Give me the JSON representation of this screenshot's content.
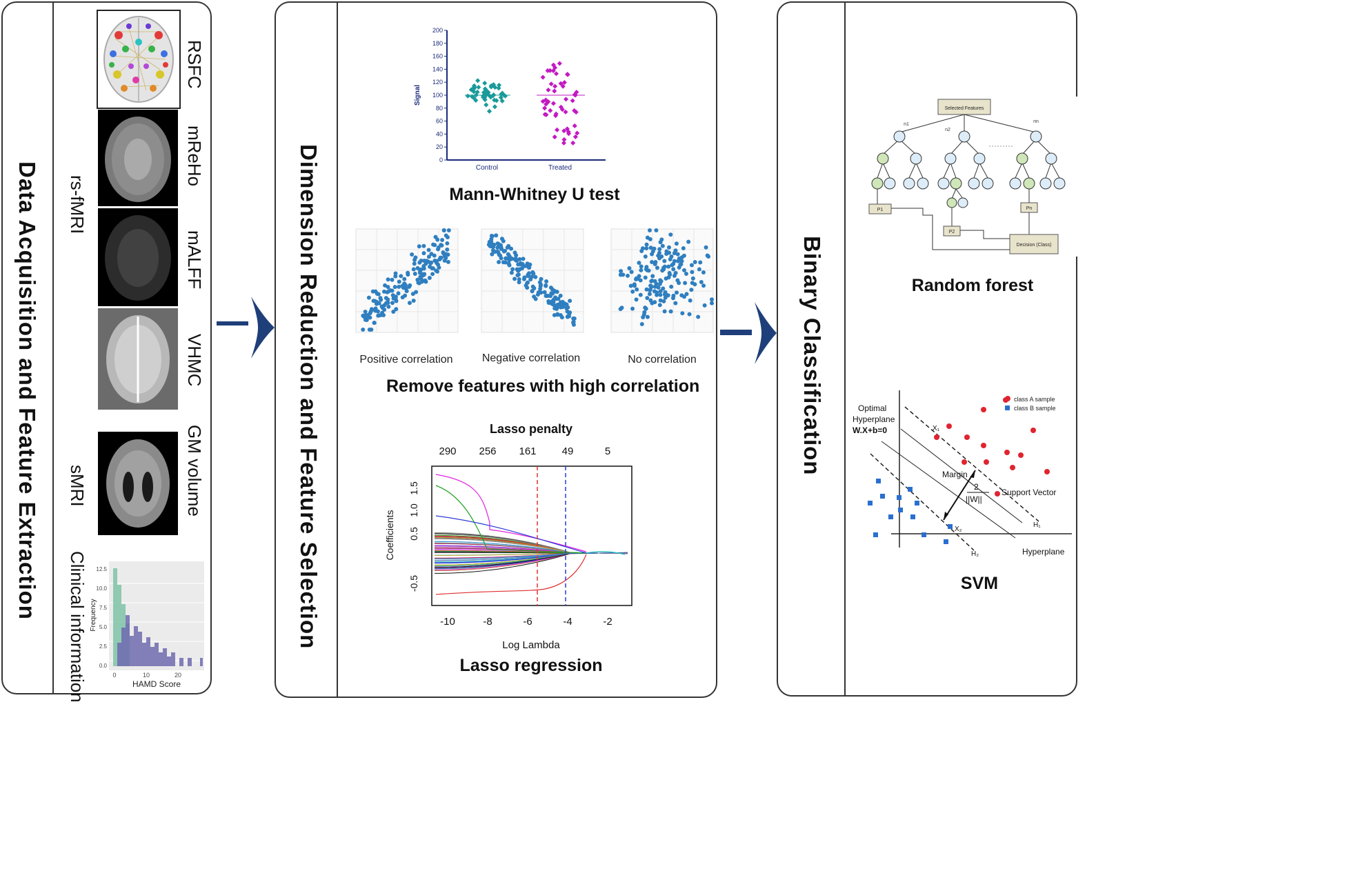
{
  "panels": {
    "left": {
      "title": "Data Acquisition and Feature Extraction"
    },
    "middle": {
      "title": "Dimension Reduction and Feature Selection"
    },
    "right": {
      "title": "Binary Classification"
    }
  },
  "left": {
    "group_rsfmri": "rs-fMRI",
    "group_smri": "sMRI",
    "label_rsfc": "RSFC",
    "label_mreho": "mReHo",
    "label_malff": "mALFF",
    "label_vhmc": "VHMC",
    "label_gm": "GM volume",
    "label_clinical": "Clinical information",
    "hist": {
      "xlabel": "HAMD Score",
      "ylabel": "Frequency",
      "yticks": [
        "0.0",
        "2.5",
        "5.0",
        "7.5",
        "10.0",
        "12.5"
      ],
      "xticks": [
        "0",
        "10",
        "20"
      ]
    }
  },
  "middle": {
    "mw": {
      "caption": "Mann-Whitney U test",
      "ylabel": "Signal",
      "yticks": [
        "0",
        "20",
        "40",
        "60",
        "80",
        "100",
        "120",
        "140",
        "160",
        "180",
        "200"
      ],
      "groups": [
        "Control",
        "Treated"
      ]
    },
    "corr": {
      "caption": "Remove features with high correlation",
      "labels": [
        "Positive correlation",
        "Negative  correlation",
        "No correlation"
      ]
    },
    "lasso": {
      "caption": "Lasso regression",
      "title": "Lasso penalty",
      "top_ticks": [
        "290",
        "256",
        "161",
        "49",
        "5"
      ],
      "xticks": [
        "-10",
        "-8",
        "-6",
        "-4",
        "-2"
      ],
      "yticks": [
        "-0.5",
        "0.5",
        "1.0",
        "1.5"
      ],
      "xlabel": "Log Lambda",
      "ylabel": "Coefficients"
    }
  },
  "right": {
    "rf": {
      "caption": "Random forest",
      "root": "Selected Features",
      "tree_labels": [
        "n1",
        "n2",
        "nn"
      ],
      "leaf_labels": [
        "P1",
        "P2",
        "Pn"
      ],
      "decision": "Decision (Class)"
    },
    "svm": {
      "caption": "SVM",
      "optimal": [
        "Optimal",
        "Hyperplane",
        "W.X+b=0"
      ],
      "legend_a": "class A sample",
      "legend_b": "class B sample",
      "margin": "Margin",
      "fraction_num": "2",
      "fraction_den": "||W||",
      "support_vector": "Support Vector",
      "hyperplane": "Hyperplane",
      "h1": "H₁",
      "h2": "H₂",
      "x1": "X₁",
      "x2": "X₂"
    }
  },
  "colors": {
    "arrow": "#1f3f7a",
    "control": "#1a9a9a",
    "treated": "#c21ac2",
    "scatter": "#2f7fc0",
    "class_a": "#e0242f",
    "class_b": "#2a6fd0",
    "rf_node": "#dcecf8",
    "rf_green": "#cfe6b8"
  }
}
